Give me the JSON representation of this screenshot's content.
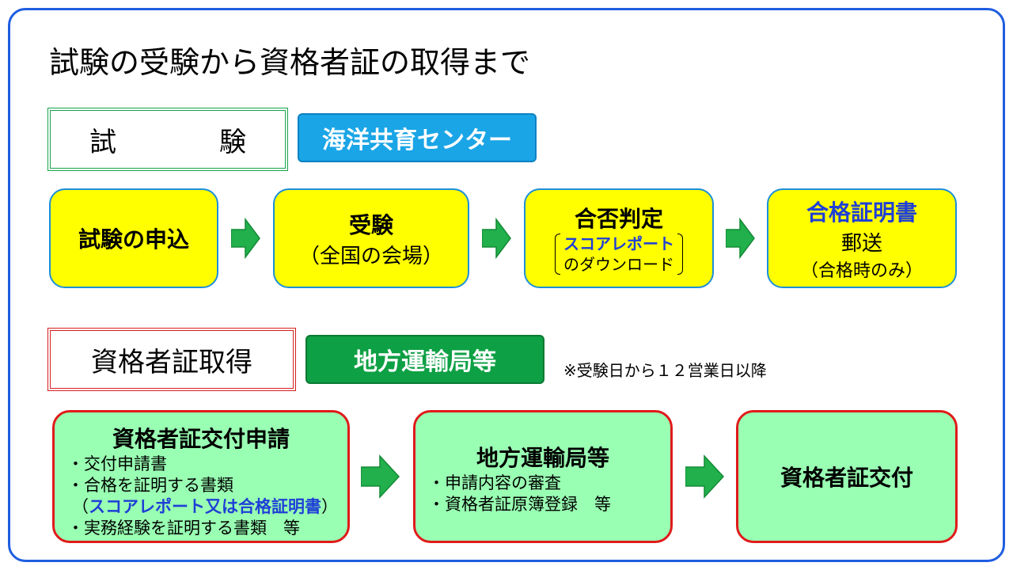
{
  "title": "試験の受験から資格者証の取得まで",
  "exam_section": {
    "label": "試　験",
    "organization": "海洋共育センター",
    "steps": [
      {
        "main": "試験の申込"
      },
      {
        "main": "受験",
        "sub": "（全国の会場）"
      },
      {
        "main": "合否判定",
        "bracket_line1": "スコアレポート",
        "bracket_line2": "のダウンロード"
      },
      {
        "main": "合格証明書",
        "sub": "郵送",
        "note": "（合格時のみ）"
      }
    ]
  },
  "cert_section": {
    "label": "資格者証取得",
    "organization": "地方運輸局等",
    "note": "※受験日から１２営業日以降",
    "steps": [
      {
        "title": "資格者証交付申請",
        "items": [
          "・交付申請書",
          "・合格を証明する書類",
          "・実務経験を証明する書類　等"
        ],
        "highlight_open": "（",
        "highlight": "スコアレポート又は合格証明書",
        "highlight_close": "）"
      },
      {
        "title": "地方運輸局等",
        "items": [
          "・申請内容の審査",
          "・資格者証原簿登録　等"
        ]
      },
      {
        "title": "資格者証交付"
      }
    ]
  },
  "colors": {
    "frame": "#1f5de0",
    "step_fill": "#ffff00",
    "cert_fill": "#99ffb3",
    "arrow": "#21b04b",
    "org_blue": "#1aa5e6",
    "org_green": "#0ea044",
    "highlight_text": "#1f3fd6"
  }
}
